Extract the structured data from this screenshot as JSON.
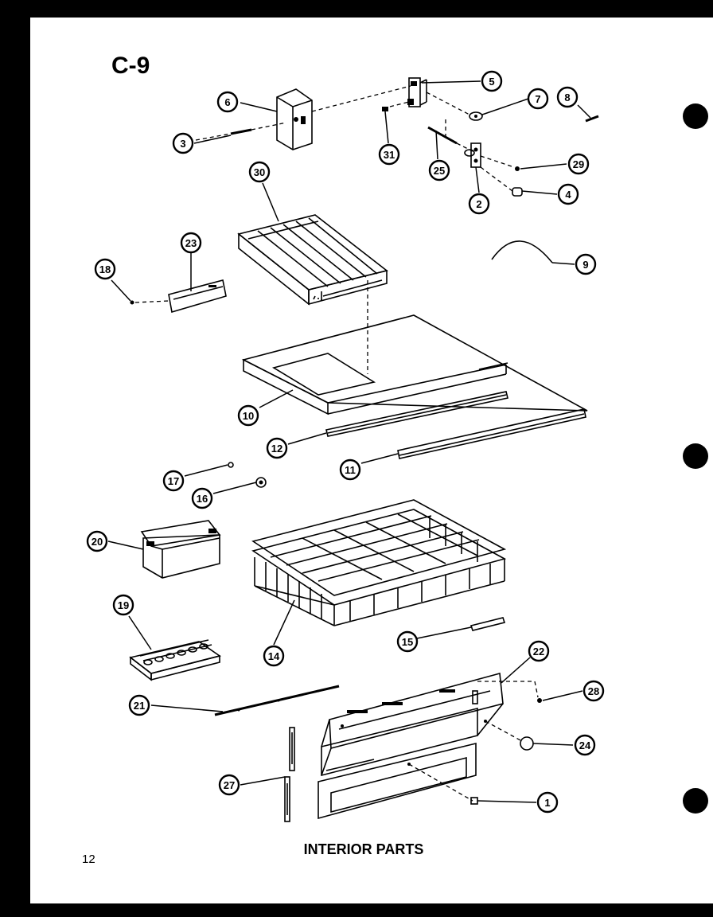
{
  "page": {
    "code": "C-9",
    "title": "INTERIOR PARTS",
    "page_number": "12"
  },
  "callouts": [
    {
      "num": "1",
      "part": "part-1"
    },
    {
      "num": "2",
      "part": "part-2"
    },
    {
      "num": "3",
      "part": "part-3"
    },
    {
      "num": "4",
      "part": "part-4"
    },
    {
      "num": "5",
      "part": "part-5"
    },
    {
      "num": "6",
      "part": "part-6"
    },
    {
      "num": "7",
      "part": "part-7"
    },
    {
      "num": "8",
      "part": "part-8"
    },
    {
      "num": "9",
      "part": "part-9"
    },
    {
      "num": "10",
      "part": "part-10"
    },
    {
      "num": "11",
      "part": "part-11"
    },
    {
      "num": "12",
      "part": "part-12"
    },
    {
      "num": "14",
      "part": "part-14"
    },
    {
      "num": "15",
      "part": "part-15"
    },
    {
      "num": "16",
      "part": "part-16"
    },
    {
      "num": "17",
      "part": "part-17"
    },
    {
      "num": "18",
      "part": "part-18"
    },
    {
      "num": "19",
      "part": "part-19"
    },
    {
      "num": "20",
      "part": "part-20"
    },
    {
      "num": "21",
      "part": "part-21"
    },
    {
      "num": "22",
      "part": "part-22"
    },
    {
      "num": "23",
      "part": "part-23"
    },
    {
      "num": "24",
      "part": "part-24"
    },
    {
      "num": "25",
      "part": "part-25"
    },
    {
      "num": "27",
      "part": "part-27"
    },
    {
      "num": "28",
      "part": "part-28"
    },
    {
      "num": "29",
      "part": "part-29"
    },
    {
      "num": "30",
      "part": "part-30"
    },
    {
      "num": "31",
      "part": "part-31"
    }
  ]
}
